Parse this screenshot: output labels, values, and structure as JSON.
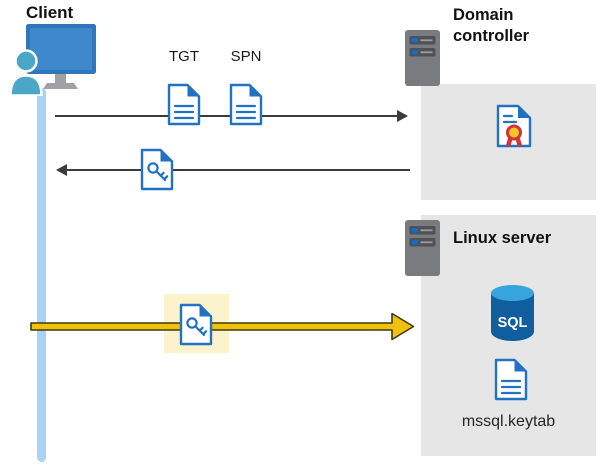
{
  "labels": {
    "client": "Client",
    "tgt": "TGT",
    "spn": "SPN",
    "domain_controller": "Domain controller",
    "linux_server": "Linux server",
    "sql": "SQL",
    "keytab_file": "mssql.keytab"
  },
  "icons": {
    "client": "monitor-with-user",
    "domain_controller": "server-tower",
    "linux_server": "server-tower",
    "tgt": "document",
    "spn": "document",
    "ticket": "document-with-key",
    "certificate": "document-with-seal",
    "database": "sql-database-cylinder",
    "keytab": "document"
  },
  "colors": {
    "icon_blue": "#2272c3",
    "monitor_blue": "#2f76bb",
    "person_teal": "#4ba7c7",
    "bar_blue": "#aad2f2",
    "box_gray": "#e6e6e6",
    "server_gray": "#7a7b7e",
    "server_slot": "#505154",
    "server_dot_blue": "#0d6fd1",
    "arrow_gray": "#3b3b3b",
    "gold": "#f0c20c",
    "gold_outline": "#3f3a10",
    "highlight_yellow": "#fbf3cb",
    "sql_body": "#115e9e",
    "sql_top": "#38a4de",
    "cert_red": "#d13438",
    "cert_gold": "#f8c42c"
  }
}
